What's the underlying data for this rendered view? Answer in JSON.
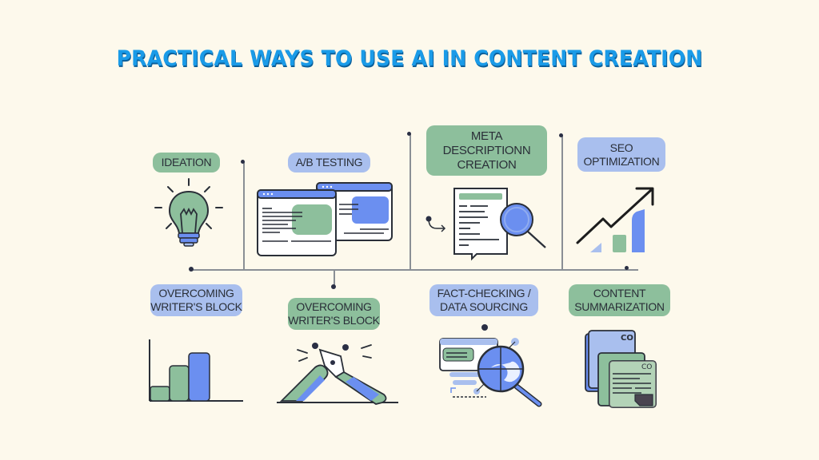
{
  "title": "PRACTICAL WAYS TO USE AI IN CONTENT CREATION",
  "colors": {
    "background": "#fdf9ec",
    "title": "#1a9be8",
    "green": "#8dbf9c",
    "blue": "#a9bfee",
    "accent_blue": "#6b8ff0",
    "outline": "#2a2f38"
  },
  "top_row": [
    {
      "label": "IDEATION",
      "icon": "lightbulb-icon",
      "color": "green"
    },
    {
      "label": "A/B TESTING",
      "icon": "browser-windows-icon",
      "color": "blue"
    },
    {
      "label": "META DESCRIPTIONN CREATION",
      "line1": "META",
      "line2": "DESCRIPTIONN",
      "line3": "CREATION",
      "icon": "document-search-icon",
      "color": "green"
    },
    {
      "label": "SEO OPTIMIZATION",
      "line1": "SEO",
      "line2": "OPTIMIZATION",
      "icon": "growth-chart-icon",
      "color": "blue"
    }
  ],
  "bottom_row": [
    {
      "label": "OVERCOMING WRITER'S BLOCK",
      "line1": "OVERCOMING",
      "line2": "WRITER'S BLOCK",
      "icon": "bar-chart-icon",
      "color": "blue"
    },
    {
      "label": "OVERCOMING WRITER'S BLOCK",
      "line1": "OVERCOMING",
      "line2": "WRITER'S BLOCK",
      "icon": "fountain-pen-icon",
      "color": "green"
    },
    {
      "label": "FACT-CHECKING / DATA SOURCING",
      "line1": "FACT-CHECKING /",
      "line2": "DATA SOURCING",
      "icon": "magnifier-globe-icon",
      "color": "blue"
    },
    {
      "label": "CONTENT SUMMARIZATION",
      "line1": "CONTENT",
      "line2": "SUMMARIZATION",
      "icon": "stacked-documents-icon",
      "color": "green"
    }
  ]
}
